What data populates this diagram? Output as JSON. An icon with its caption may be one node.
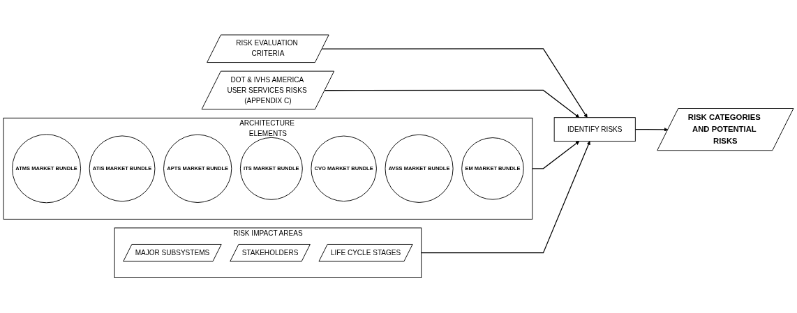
{
  "diagram": {
    "nodes": [
      {
        "text": [
          "ARCHITECTURE ELEMENTS"
        ]
      },
      {
        "text": [
          "ATMS MARKET BUNDLE"
        ],
        "in": 0
      },
      {
        "text": [
          "ATIS MARKET BUNDLE"
        ],
        "in": 0
      },
      {
        "text": [
          "APTS MARKET BUNDLE"
        ],
        "in": 0
      },
      {
        "text": [
          "ITS MARKET BUNDLE"
        ],
        "in": 0
      },
      {
        "text": [
          "CVO MARKET BUNDLE"
        ],
        "in": 0
      },
      {
        "text": [
          "AVSS MARKET BUNDLE"
        ],
        "in": 0
      },
      {
        "text": [
          "EM MARKET BUNDLE"
        ],
        "in": 0
      },
      {
        "text": [
          "RISK IMPACT AREAS"
        ]
      },
      {
        "text": [
          "MAJOR SUBSYSTEMS"
        ],
        "in": 8
      },
      {
        "text": [
          "STAKEHOLDERS"
        ],
        "in": 8
      },
      {
        "text": [
          "LIFE CYCLE STAGES"
        ],
        "in": 8
      },
      {
        "text": [
          "RISK EVALUATION CRITERIA"
        ]
      },
      {
        "text": [
          "DOT & IVHS AMERICA USER SERVICES RISKS (APPENDIX C)"
        ]
      },
      {
        "text": [
          "IDENTIFY RISKS"
        ]
      },
      {
        "text": [
          "RISK CATEGORIES AND POTENTIAL RISKS"
        ]
      }
    ],
    "edges": [
      {
        "from": 0,
        "to": 14,
        "arrow": "to"
      },
      {
        "from": 8,
        "to": 14,
        "arrow": "to"
      },
      {
        "from": 12,
        "to": 14,
        "arrow": "to"
      },
      {
        "from": 13,
        "to": 14,
        "arrow": "to"
      },
      {
        "from": 14,
        "to": 15,
        "arrow": "to"
      }
    ]
  }
}
